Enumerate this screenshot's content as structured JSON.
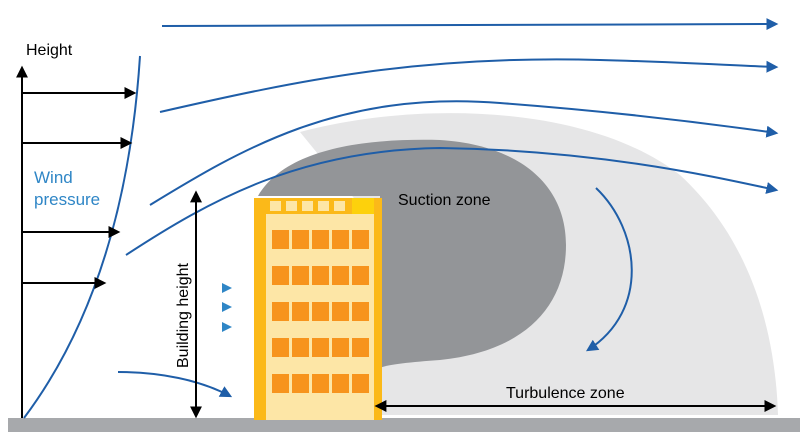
{
  "labels": {
    "height_axis": "Height",
    "wind_pressure_line1": "Wind",
    "wind_pressure_line2": "pressure",
    "building_height": "Building height",
    "suction_zone": "Suction zone",
    "turbulence_zone": "Turbulence zone"
  },
  "colors": {
    "flow_line": "#1f5ea8",
    "wind_label": "#2f86c6",
    "turbulence_zone_fill": "#e6e6e7",
    "suction_zone_fill": "#939598",
    "ground": "#a7a9ac",
    "building_front": "#fde6a6",
    "building_side": "#fbb919",
    "building_windows": "#f7941d",
    "building_top_strip": "#fdd10c",
    "arrow_black": "#000000"
  },
  "icons": {
    "wind_inlet_markers": "triangle-right-icon"
  }
}
